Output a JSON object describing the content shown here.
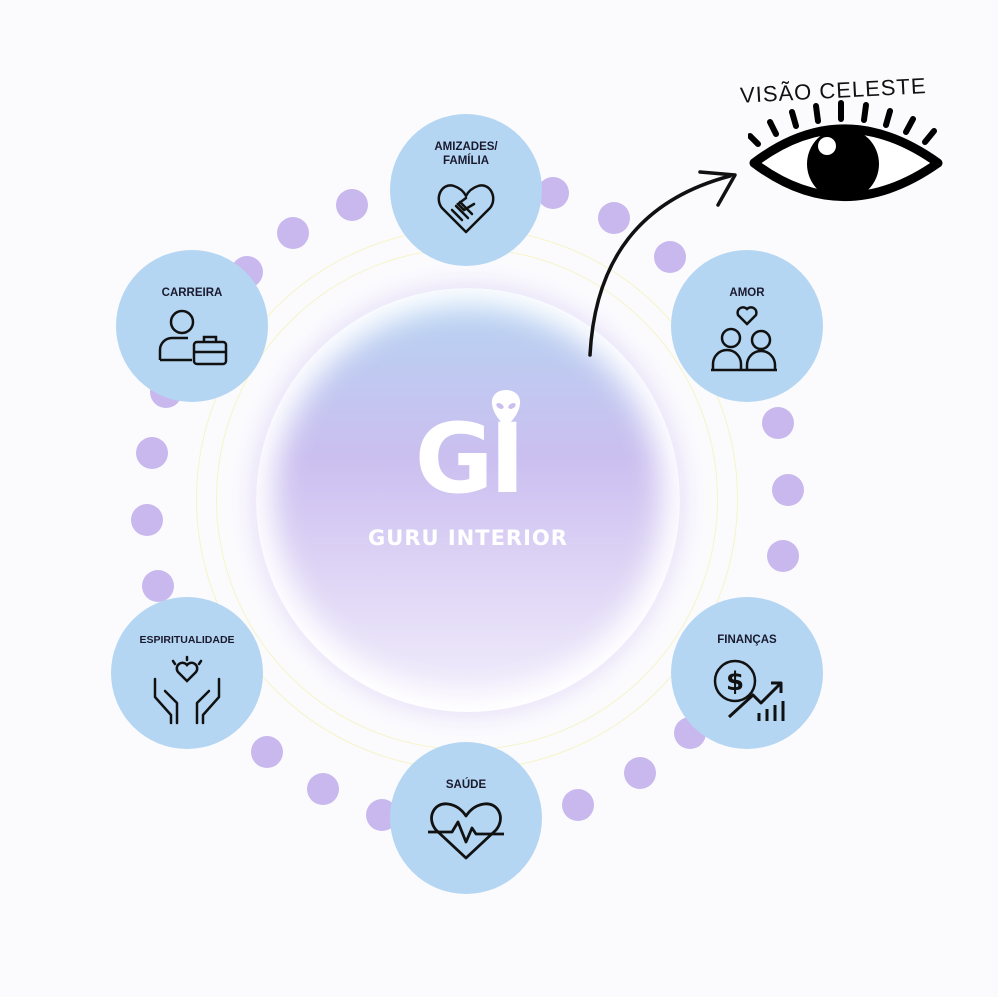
{
  "center": {
    "logo_text": "GI",
    "name": "GURU INTERIOR"
  },
  "vision": {
    "title": "VISÃO CELESTE"
  },
  "nodes": [
    {
      "label": "AMIZADES/ FAMÍLIA",
      "icon": "handshake-heart-icon"
    },
    {
      "label": "CARREIRA",
      "icon": "person-briefcase-icon"
    },
    {
      "label": "AMOR",
      "icon": "couple-heart-icon"
    },
    {
      "label": "ESPIRITUALIDADE",
      "icon": "hands-heart-icon"
    },
    {
      "label": "FINANÇAS",
      "icon": "dollar-growth-icon"
    },
    {
      "label": "SAÚDE",
      "icon": "heart-pulse-icon"
    }
  ],
  "colors": {
    "node": "#b4d6f3",
    "dot": "#c8b8ee",
    "center_top": "#b5d4f2",
    "center_mid": "#cbbff0"
  }
}
